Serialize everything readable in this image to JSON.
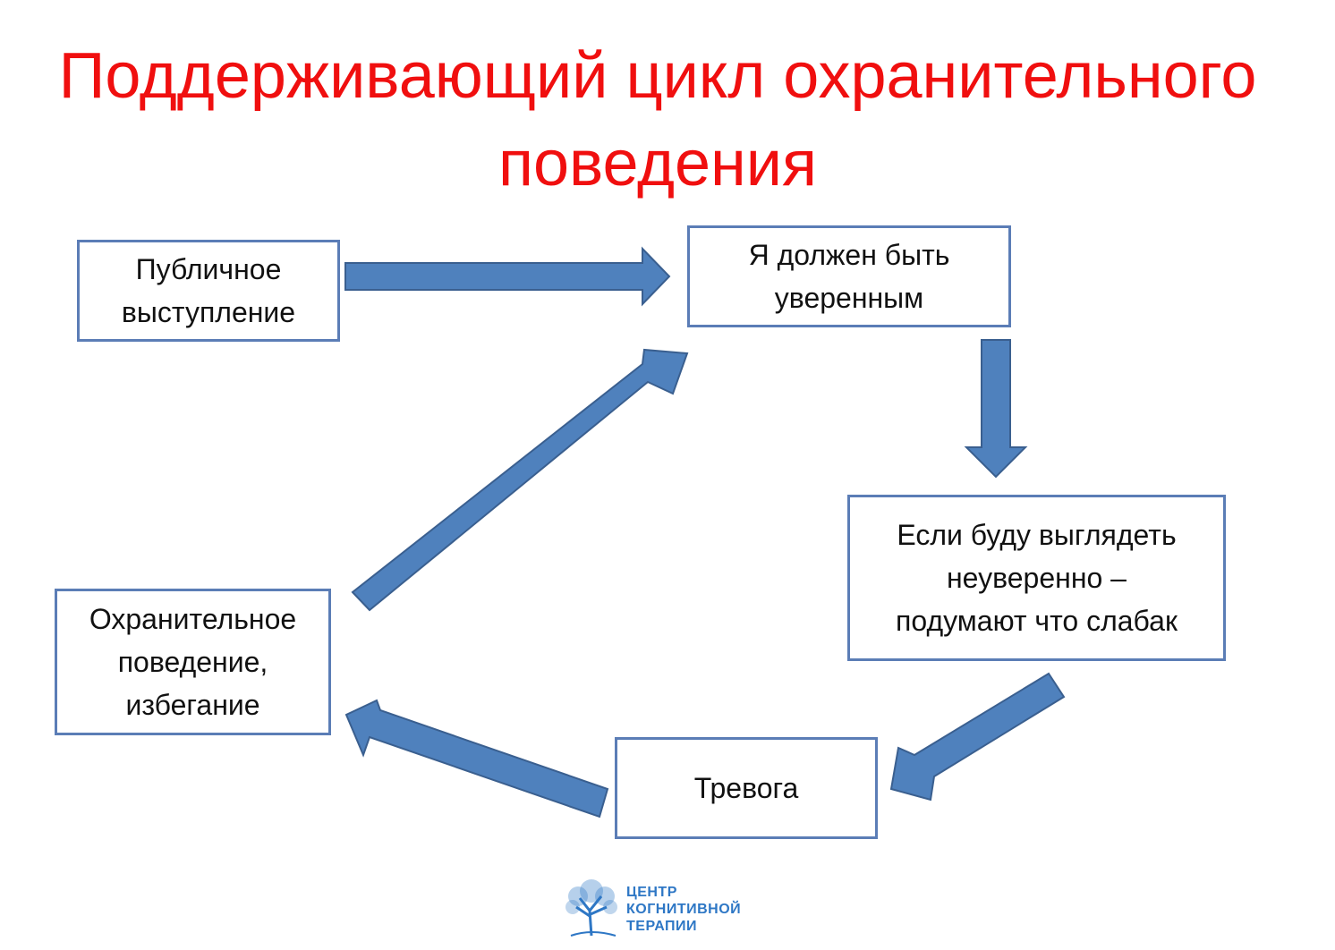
{
  "title": "Поддерживающий цикл охранительного\nповедения",
  "nodes": {
    "public_speaking": "Публичное\nвыступление",
    "must_be_confident": "Я должен быть\nуверенным",
    "if_look_unsure": "Если буду выглядеть\nнеуверенно –\nподумают что слабак",
    "anxiety": "Тревога",
    "safety_behavior": "Охранительное\nповедение,\nизбегание"
  },
  "edges": [
    {
      "from": "public_speaking",
      "to": "must_be_confident"
    },
    {
      "from": "must_be_confident",
      "to": "if_look_unsure"
    },
    {
      "from": "if_look_unsure",
      "to": "anxiety"
    },
    {
      "from": "anxiety",
      "to": "safety_behavior"
    },
    {
      "from": "safety_behavior",
      "to": "must_be_confident"
    }
  ],
  "logo": {
    "text": "ЦЕНТР\nКОГНИТИВНОЙ\nТЕРАПИИ",
    "icon": "tree-icon"
  },
  "colors": {
    "title": "#f00f0f",
    "box_border": "#5b7db6",
    "arrow_fill": "#4f81bd",
    "logo": "#2e77c5"
  }
}
